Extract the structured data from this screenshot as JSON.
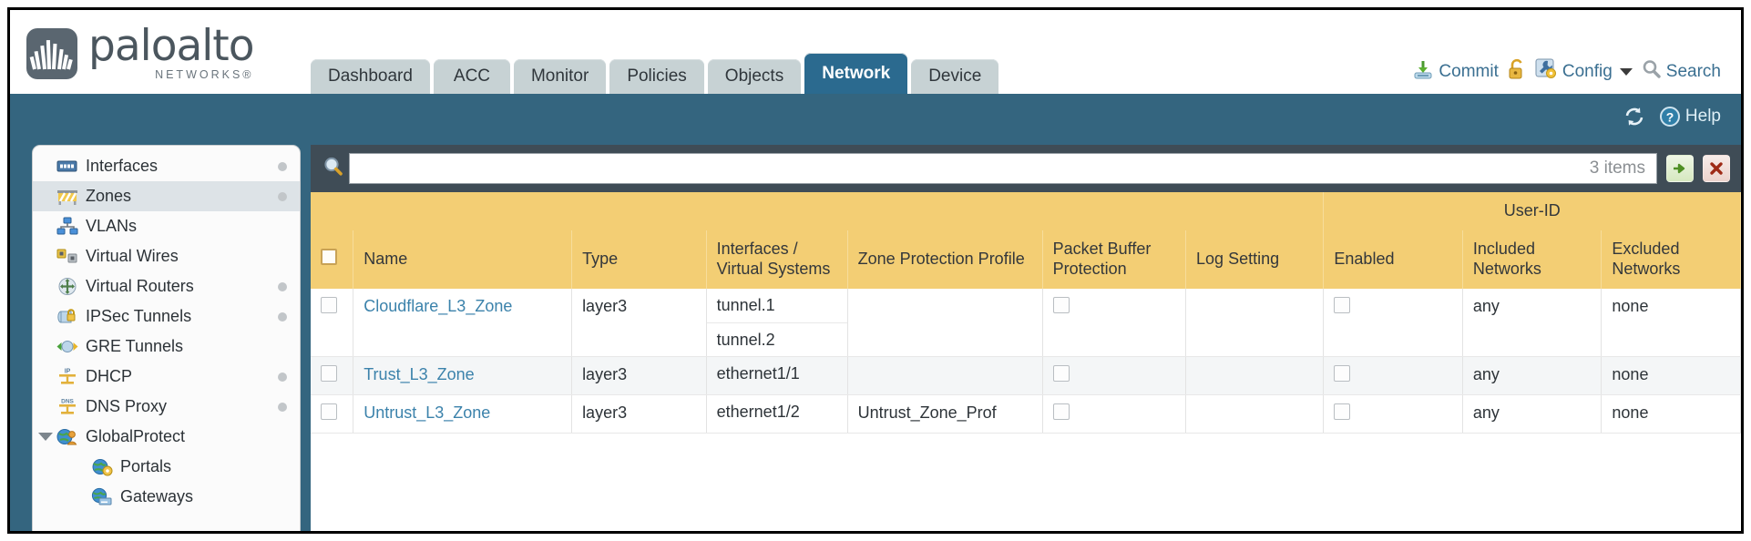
{
  "brand": {
    "name": "paloalto",
    "tagline": "NETWORKS®"
  },
  "header": {
    "tabs": [
      {
        "label": "Dashboard",
        "active": false
      },
      {
        "label": "ACC",
        "active": false
      },
      {
        "label": "Monitor",
        "active": false
      },
      {
        "label": "Policies",
        "active": false
      },
      {
        "label": "Objects",
        "active": false
      },
      {
        "label": "Network",
        "active": true
      },
      {
        "label": "Device",
        "active": false
      }
    ],
    "actions": {
      "commit": "Commit",
      "config": "Config",
      "search": "Search"
    }
  },
  "blue_bar": {
    "help": "Help"
  },
  "sidebar": {
    "items": [
      {
        "label": "Interfaces",
        "icon": "interfaces-icon",
        "selected": false,
        "dot": true,
        "child": false,
        "twisty": false
      },
      {
        "label": "Zones",
        "icon": "zones-icon",
        "selected": true,
        "dot": true,
        "child": false,
        "twisty": false
      },
      {
        "label": "VLANs",
        "icon": "vlans-icon",
        "selected": false,
        "dot": false,
        "child": false,
        "twisty": false
      },
      {
        "label": "Virtual Wires",
        "icon": "virtual-wires-icon",
        "selected": false,
        "dot": false,
        "child": false,
        "twisty": false
      },
      {
        "label": "Virtual Routers",
        "icon": "virtual-routers-icon",
        "selected": false,
        "dot": true,
        "child": false,
        "twisty": false
      },
      {
        "label": "IPSec Tunnels",
        "icon": "ipsec-tunnels-icon",
        "selected": false,
        "dot": true,
        "child": false,
        "twisty": false
      },
      {
        "label": "GRE Tunnels",
        "icon": "gre-tunnels-icon",
        "selected": false,
        "dot": false,
        "child": false,
        "twisty": false
      },
      {
        "label": "DHCP",
        "icon": "dhcp-icon",
        "selected": false,
        "dot": true,
        "child": false,
        "twisty": false
      },
      {
        "label": "DNS Proxy",
        "icon": "dns-proxy-icon",
        "selected": false,
        "dot": true,
        "child": false,
        "twisty": false
      },
      {
        "label": "GlobalProtect",
        "icon": "globalprotect-icon",
        "selected": false,
        "dot": false,
        "child": false,
        "twisty": true
      },
      {
        "label": "Portals",
        "icon": "portals-icon",
        "selected": false,
        "dot": false,
        "child": true,
        "twisty": false
      },
      {
        "label": "Gateways",
        "icon": "gateways-icon",
        "selected": false,
        "dot": false,
        "child": true,
        "twisty": false
      }
    ]
  },
  "search": {
    "value": "",
    "placeholder": "",
    "item_count": "3 items"
  },
  "table": {
    "group_header": "User-ID",
    "columns": [
      "Name",
      "Type",
      "Interfaces / Virtual Systems",
      "Zone Protection Profile",
      "Packet Buffer Protection",
      "Log Setting",
      "Enabled",
      "Included Networks",
      "Excluded Networks"
    ],
    "rows": [
      {
        "name": "Cloudflare_L3_Zone",
        "type": "layer3",
        "interfaces": [
          "tunnel.1",
          "tunnel.2"
        ],
        "zone_protection_profile": "",
        "packet_buffer_protection": false,
        "log_setting": "",
        "userid_enabled": false,
        "included_networks": "any",
        "excluded_networks": "none"
      },
      {
        "name": "Trust_L3_Zone",
        "type": "layer3",
        "interfaces": [
          "ethernet1/1"
        ],
        "zone_protection_profile": "",
        "packet_buffer_protection": false,
        "log_setting": "",
        "userid_enabled": false,
        "included_networks": "any",
        "excluded_networks": "none"
      },
      {
        "name": "Untrust_L3_Zone",
        "type": "layer3",
        "interfaces": [
          "ethernet1/2"
        ],
        "zone_protection_profile": "Untrust_Zone_Prof",
        "packet_buffer_protection": false,
        "log_setting": "",
        "userid_enabled": false,
        "included_networks": "any",
        "excluded_networks": "none"
      }
    ]
  },
  "colors": {
    "brand_blue": "#34657f",
    "tab_active": "#2b6a8f",
    "table_header": "#f3ce74",
    "table_group_header": "#e2b64e",
    "link": "#3b82ab"
  }
}
